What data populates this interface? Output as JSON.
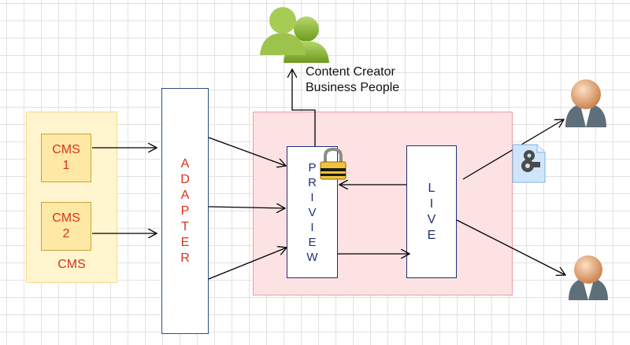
{
  "cms": {
    "group_label": "CMS",
    "boxes": [
      {
        "lines": [
          "CMS",
          "1"
        ]
      },
      {
        "lines": [
          "CMS",
          "2"
        ]
      }
    ]
  },
  "adapter": {
    "text": "ADAPTER"
  },
  "preview": {
    "text": "PRIVIEW"
  },
  "live": {
    "text": "LIVE"
  },
  "audience": {
    "line1": "Content Creator",
    "line2": "Business People"
  },
  "icons": {
    "group": "people-group-icon",
    "lock": "padlock-icon",
    "video": "video-file-icon",
    "user": "user-avatar-icon"
  },
  "colors": {
    "cms_text": "#d8331a",
    "adapter_text": "#d8331a",
    "box_text": "#1d2f78",
    "zone_fill": "#fde2e4",
    "cms_group_fill": "#fff6cf",
    "cms_box_fill": "#fde9a5"
  }
}
